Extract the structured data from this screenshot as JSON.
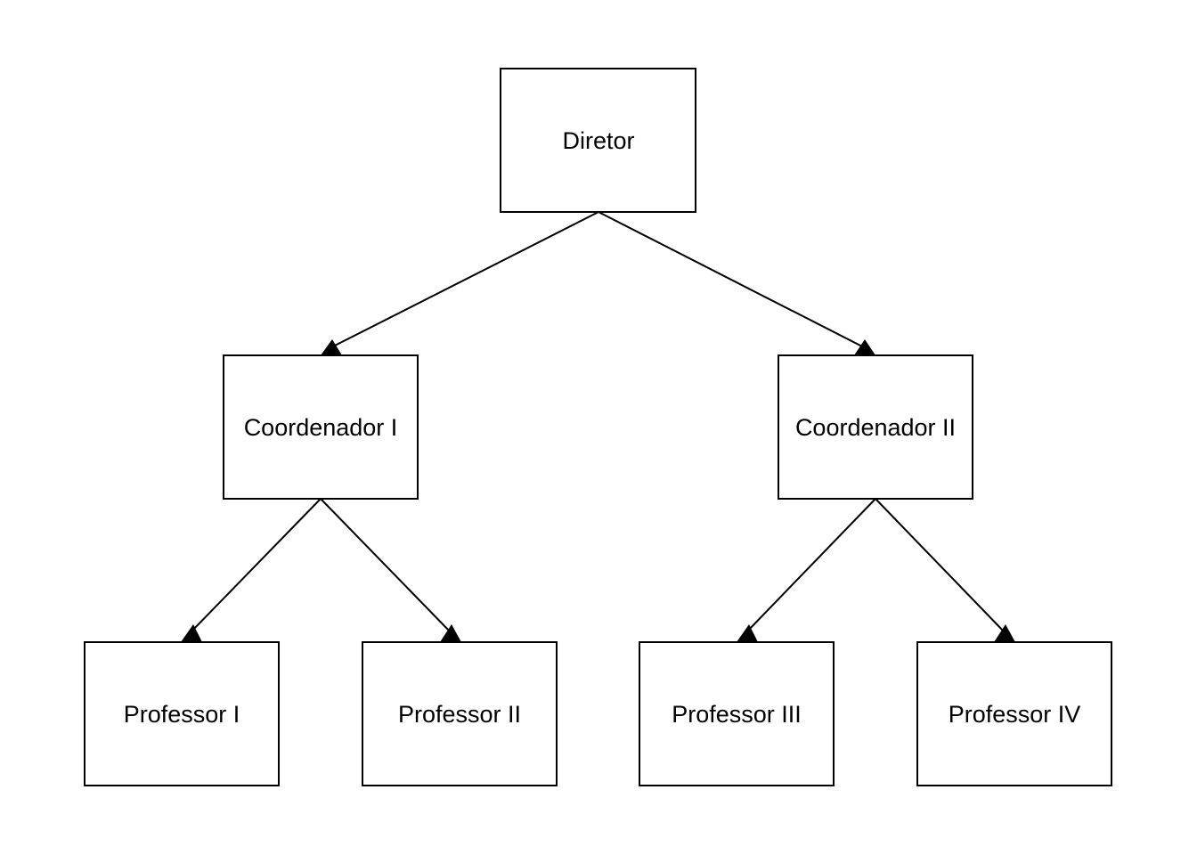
{
  "colors": {
    "background": "#ffffff",
    "stroke": "#000000",
    "text": "#000000"
  },
  "nodes": {
    "diretor": {
      "label": "Diretor"
    },
    "coord1": {
      "label": "Coordenador I"
    },
    "coord2": {
      "label": "Coordenador II"
    },
    "prof1": {
      "label": "Professor I"
    },
    "prof2": {
      "label": "Professor II"
    },
    "prof3": {
      "label": "Professor III"
    },
    "prof4": {
      "label": "Professor IV"
    }
  },
  "edges": [
    {
      "from": "diretor",
      "to": "coord1"
    },
    {
      "from": "diretor",
      "to": "coord2"
    },
    {
      "from": "coord1",
      "to": "prof1"
    },
    {
      "from": "coord1",
      "to": "prof2"
    },
    {
      "from": "coord2",
      "to": "prof3"
    },
    {
      "from": "coord2",
      "to": "prof4"
    }
  ]
}
